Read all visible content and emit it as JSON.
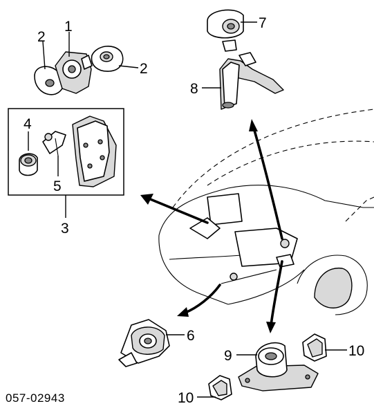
{
  "callouts": {
    "c1": "1",
    "c2a": "2",
    "c2b": "2",
    "c3": "3",
    "c4": "4",
    "c5": "5",
    "c6": "6",
    "c7": "7",
    "c8": "8",
    "c9": "9",
    "c10a": "10",
    "c10b": "10"
  },
  "footer": {
    "diagram_code": "057-02943"
  }
}
